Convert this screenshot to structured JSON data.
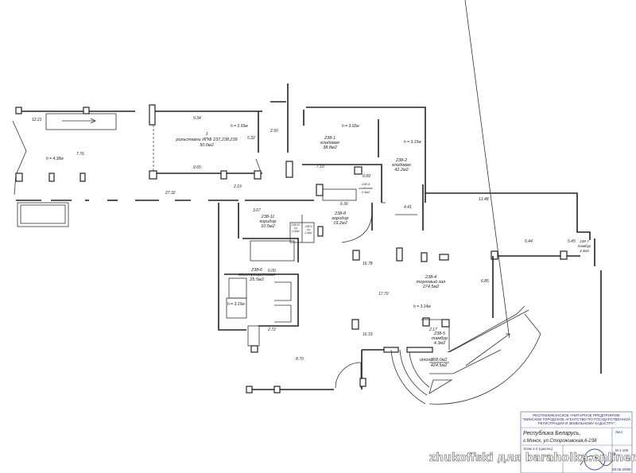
{
  "plan": {
    "dims": [
      "12.21",
      "7.76",
      "9.34",
      "5.32",
      "2.50",
      "9.65",
      "27.32",
      "2.19",
      "7.10",
      "0.99",
      "6.30",
      "4.41",
      "13.48",
      "16.78",
      "17.70",
      "6.00",
      "2.72",
      "16.19",
      "8.70",
      "5.44",
      "5.45",
      "6.85",
      "3.67",
      "2.17"
    ],
    "heights": [
      "h = 4.38м",
      "h = 2.93м",
      "h = 3.02м",
      "h = 3.15м",
      "h = 3.14м",
      "h = 3.15м"
    ],
    "rooms": [
      {
        "num": "1",
        "name": "рольставни ИПФ 237,238,239",
        "area": "50.0м2"
      },
      {
        "num": "238-1",
        "name": "кладовая",
        "area": "38.8м2"
      },
      {
        "num": "238-2",
        "name": "кладовая",
        "area": "42.2м2"
      },
      {
        "num": "238-3",
        "name": "кладовая",
        "area": "2.5м2"
      },
      {
        "num": "238-11",
        "name": "коридор",
        "area": "10.5м2"
      },
      {
        "num": "238-8",
        "name": "коридор",
        "area": "19.2м2"
      },
      {
        "num": "238-10",
        "name": "с/у",
        "area": "2.5м2"
      },
      {
        "num": "238-9",
        "name": "с/у",
        "area": "2.4м2"
      },
      {
        "num": "238-7",
        "name": "тамбур",
        "area": "4.4м2"
      },
      {
        "num": "238-4",
        "name": "торговый зал",
        "area": "274.5м2"
      },
      {
        "num": "238-6",
        "name": "электрощитовая",
        "area": "25.5м2"
      },
      {
        "num": "238-5",
        "name": "тамбур",
        "area": "4.3м2"
      }
    ],
    "total": {
      "label": "итого",
      "area1": "368.0м2",
      "area2": "424.5м2"
    }
  },
  "title_block": {
    "org1": "РЕСПУБЛИКАНСКОЕ УНИТАРНОЕ ПРЕДПРИЯТИЕ",
    "org2": "\"МИНСКОЕ ГОРОДСКОЕ АГЕНТСТВО ПО ГОСУДАРСТВЕННОЙ",
    "org3": "РЕГИСТРАЦИИ И ЗЕМЕЛЬНОМУ КАДАСТРУ\"",
    "addr1": "Республика Беларусь,",
    "addr2": "г.Минск, ул.Стороживская,6-238",
    "floor": "Этаж 1-2 (цоколь)",
    "scale": "М 1:100",
    "sheet": "Лист",
    "date": "29.06.2009г"
  },
  "watermark": "zhukoffski для baraholka.onliner.by"
}
